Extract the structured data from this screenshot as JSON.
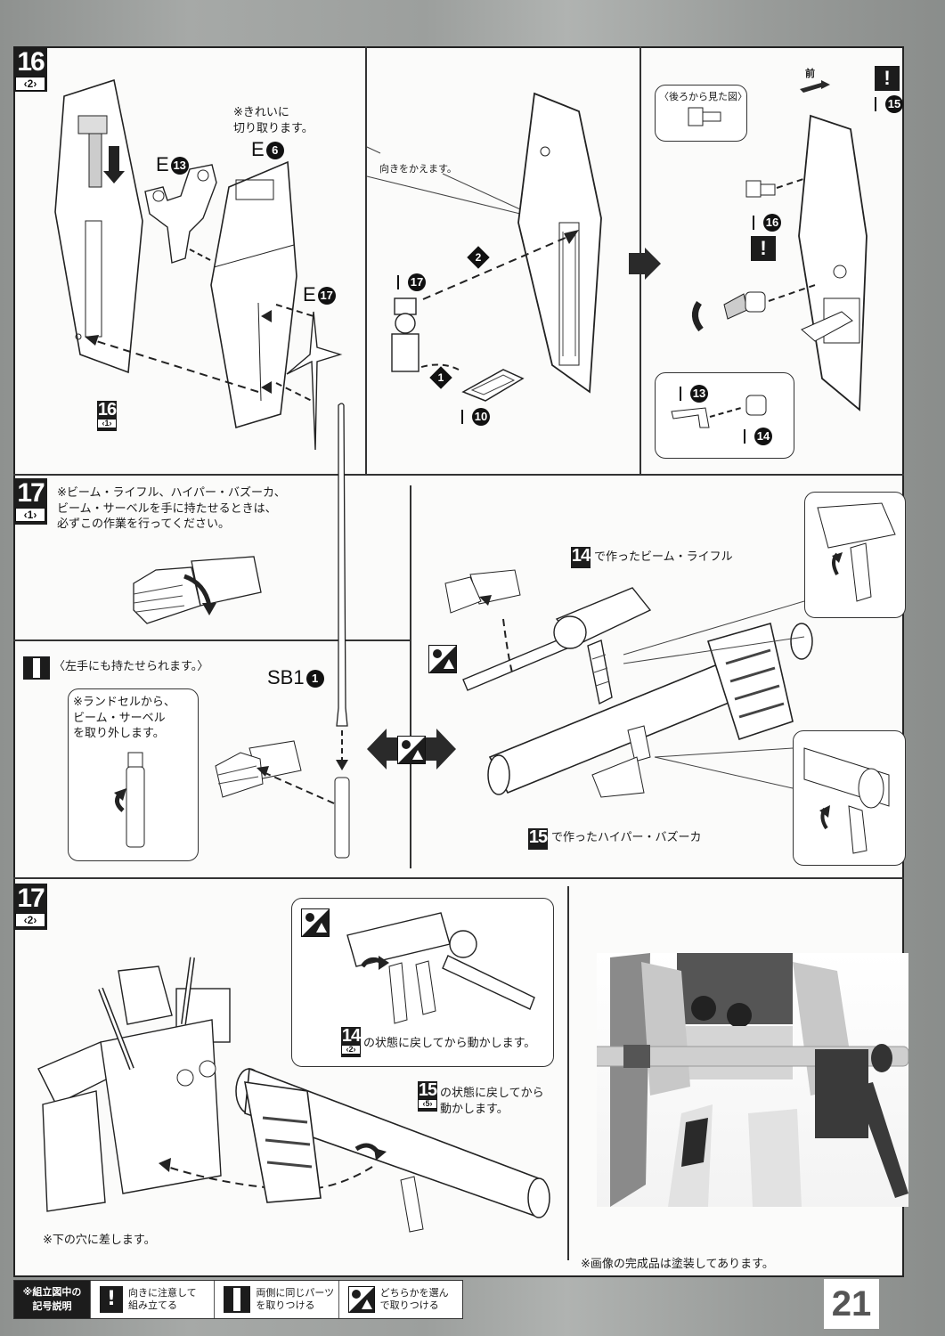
{
  "page": {
    "number": "21"
  },
  "step16": {
    "badge": "16",
    "sub": "‹2›",
    "note_cut": "※きれいに\n切り取ります。",
    "parts": {
      "e13": {
        "letter": "E",
        "num": "13"
      },
      "e6": {
        "letter": "E",
        "num": "6"
      },
      "e17": {
        "letter": "E",
        "num": "17"
      }
    },
    "ref_badge": {
      "num": "16",
      "sub": "‹1›"
    },
    "turn_note": "向きをかえます。",
    "order_1": "1",
    "order_2": "2",
    "runner_tags": {
      "i17": "I 17",
      "i10": "I 10",
      "i15": "I 15",
      "i16": "I 16",
      "i13": "I 13",
      "i14": "I 14"
    },
    "rear_view_label": "〈後ろから見た図〉",
    "front_label": "前"
  },
  "step17_1": {
    "badge": "17",
    "sub": "‹1›",
    "note": "※ビーム・ライフル、ハイパー・バズーカ、\nビーム・サーベルを手に持たせるときは、\n必ずこの作業を行ってください。",
    "left_hand_note": "〈左手にも持たせられます。〉",
    "saber_note": "※ランドセルから、\nビーム・サーベル\nを取り外します。",
    "part_sb1": {
      "letter": "SB1",
      "num": "1"
    },
    "rifle_ref": {
      "num": "14",
      "text": "で作ったビーム・ライフル"
    },
    "bazooka_ref": {
      "num": "15",
      "text": "で作ったハイパー・バズーカ"
    }
  },
  "step17_2": {
    "badge": "17",
    "sub": "‹2›",
    "rifle_note": {
      "num": "14",
      "sub": "‹2›",
      "text": "の状態に戻してから動かします。"
    },
    "bazooka_note": {
      "num": "15",
      "sub": "‹5›",
      "text": "の状態に戻してから\n動かします。"
    },
    "hole_note": "※下の穴に差します。",
    "photo_note": "※画像の完成品は塗装してあります。"
  },
  "legend": {
    "head": "※組立図中の\n記号説明",
    "items": [
      {
        "icon": "exclamation-icon",
        "text": "向きに注意して\n組み立てる"
      },
      {
        "icon": "both-sides-icon",
        "text": "両側に同じパーツ\nを取りつける"
      },
      {
        "icon": "choice-icon",
        "text": "どちらかを選ん\nで取りつける"
      }
    ]
  },
  "colors": {
    "ink": "#1c1c1c",
    "paper": "#fbfbfa",
    "background": "#9c9f9d"
  }
}
